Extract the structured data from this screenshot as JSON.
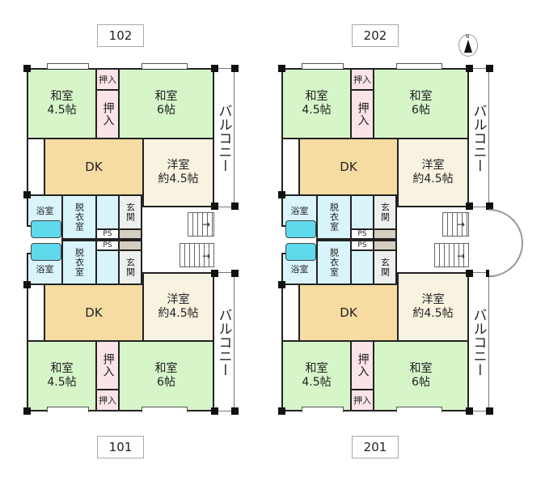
{
  "compass": {
    "label": "N"
  },
  "units": [
    {
      "number": "102"
    },
    {
      "number": "101"
    },
    {
      "number": "202"
    },
    {
      "number": "201"
    }
  ],
  "rooms": {
    "washitsu_small": "和室\n4.5帖",
    "oshiire_small": "押入",
    "oshiire": "押入",
    "washitsu_large": "和室\n6帖",
    "dk": "DK",
    "yoshitsu": "洋室\n約4.5帖",
    "yokushitsu": "浴室",
    "datsuishitsu": "脱衣室",
    "genkan": "玄関",
    "ps": "PS",
    "balcony": "バルコニー"
  }
}
